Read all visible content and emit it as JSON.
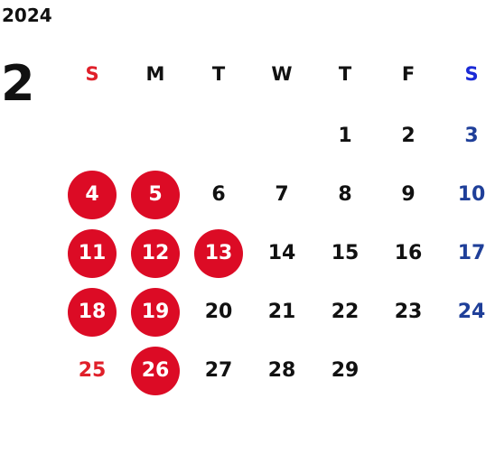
{
  "header": {
    "year": "2024",
    "month": "2"
  },
  "weekdays": [
    {
      "label": "S",
      "kind": "sunday"
    },
    {
      "label": "M",
      "kind": "weekday"
    },
    {
      "label": "T",
      "kind": "weekday"
    },
    {
      "label": "W",
      "kind": "weekday"
    },
    {
      "label": "T",
      "kind": "weekday"
    },
    {
      "label": "F",
      "kind": "weekday"
    },
    {
      "label": "S",
      "kind": "saturday"
    }
  ],
  "colors": {
    "text": "#111111",
    "sunday": "#e0202a",
    "saturday": "#1f3f99",
    "saturday_header": "#1a2ad6",
    "holiday_fill": "#dc0b25",
    "holiday_text": "#ffffff"
  },
  "weeks": [
    [
      null,
      null,
      null,
      null,
      {
        "d": "1"
      },
      {
        "d": "2"
      },
      {
        "d": "3"
      }
    ],
    [
      {
        "d": "4",
        "h": true
      },
      {
        "d": "5",
        "h": true
      },
      {
        "d": "6"
      },
      {
        "d": "7"
      },
      {
        "d": "8"
      },
      {
        "d": "9"
      },
      {
        "d": "10"
      }
    ],
    [
      {
        "d": "11",
        "h": true
      },
      {
        "d": "12",
        "h": true
      },
      {
        "d": "13",
        "h": true
      },
      {
        "d": "14"
      },
      {
        "d": "15"
      },
      {
        "d": "16"
      },
      {
        "d": "17"
      }
    ],
    [
      {
        "d": "18",
        "h": true
      },
      {
        "d": "19",
        "h": true
      },
      {
        "d": "20"
      },
      {
        "d": "21"
      },
      {
        "d": "22"
      },
      {
        "d": "23"
      },
      {
        "d": "24"
      }
    ],
    [
      {
        "d": "25"
      },
      {
        "d": "26",
        "h": true
      },
      {
        "d": "27"
      },
      {
        "d": "28"
      },
      {
        "d": "29"
      },
      null,
      null
    ]
  ]
}
